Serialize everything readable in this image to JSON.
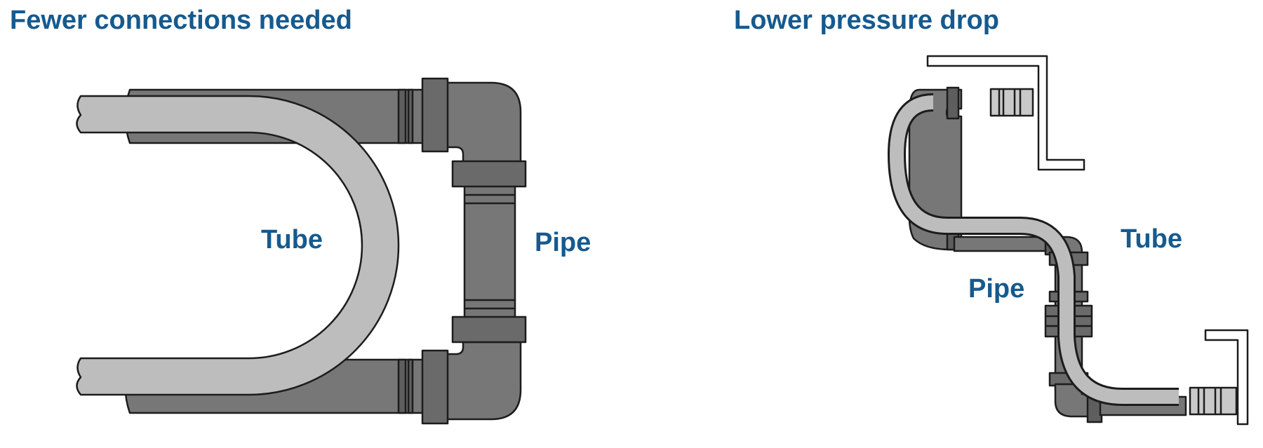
{
  "colors": {
    "heading": "#165a8e",
    "pipe": "#777777",
    "pipe_band": "#5e5e5e",
    "tube": "#bdbdbd",
    "outline": "#1c1c1c",
    "fitting": "#c9c9c9"
  },
  "left_panel": {
    "title": "Fewer connections needed",
    "tube_label": "Tube",
    "pipe_label": "Pipe"
  },
  "right_panel": {
    "title": "Lower pressure drop",
    "tube_label": "Tube",
    "pipe_label": "Pipe"
  }
}
